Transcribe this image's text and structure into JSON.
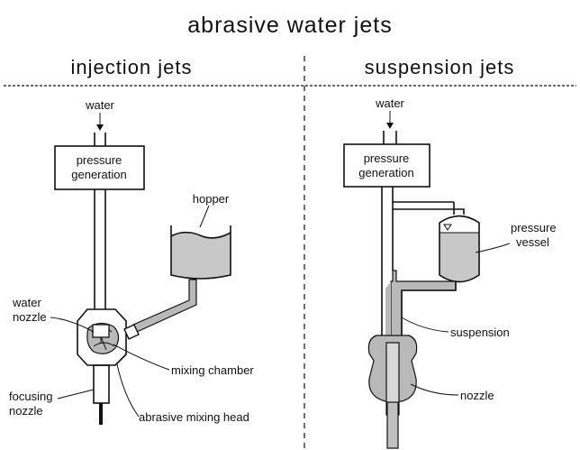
{
  "title": "abrasive water jets",
  "left": {
    "heading": "injection jets",
    "water": "water",
    "pressure_line1": "pressure",
    "pressure_line2": "generation",
    "hopper": "hopper",
    "water_nozzle_line1": "water",
    "water_nozzle_line2": "nozzle",
    "mixing_chamber": "mixing chamber",
    "focusing_line1": "focusing",
    "focusing_line2": "nozzle",
    "mixing_head": "abrasive mixing head"
  },
  "right": {
    "heading": "suspension jets",
    "water": "water",
    "pressure_line1": "pressure",
    "pressure_line2": "generation",
    "vessel_line1": "pressure",
    "vessel_line2": "vessel",
    "suspension": "suspension",
    "nozzle": "nozzle"
  },
  "colors": {
    "ink": "#111111",
    "abrasive": "#c0c0c0",
    "background": "#ffffff"
  }
}
